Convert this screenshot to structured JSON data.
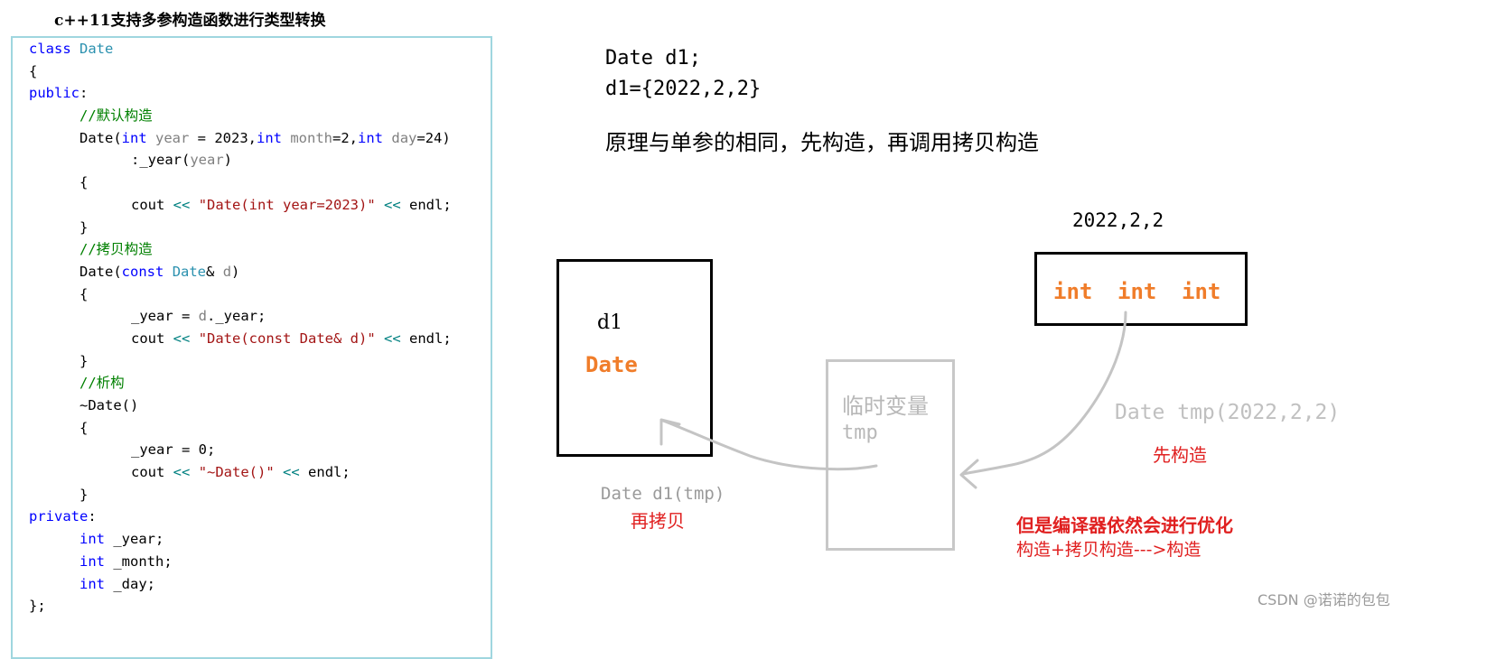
{
  "heading": "c++11支持多参构造函数进行类型转换",
  "code": {
    "l1": {
      "kw": "class",
      "ty": "Date"
    },
    "l2": "{",
    "l3": {
      "kw": "public",
      "punct": ":"
    },
    "l4": "//默认构造",
    "l5": {
      "name": "Date(",
      "kw1": "int",
      "p1": "year",
      "eq1": " = 2023,",
      "kw2": "int",
      "p2": "month",
      "eq2": "=2,",
      "kw3": "int",
      "p3": "day",
      "eq3": "=24)"
    },
    "l6": {
      "a": ":_year(",
      "p": "year",
      "b": ")"
    },
    "l7": "{",
    "l8": {
      "a": "cout ",
      "op1": "<<",
      "s": "\"Date(int year=2023)\"",
      "op2": "<<",
      "b": " endl;"
    },
    "l9": "}",
    "l10": "//拷贝构造",
    "l11": {
      "name": "Date(",
      "kw": "const",
      "ty": "Date",
      "amp": "& ",
      "p": "d",
      "b": ")"
    },
    "l12": "{",
    "l13": {
      "a": "_year = ",
      "p": "d",
      "b": "._year;"
    },
    "l14": {
      "a": "cout ",
      "op1": "<<",
      "s": "\"Date(const Date& d)\"",
      "op2": "<<",
      "b": " endl;"
    },
    "l15": "}",
    "l16": "//析构",
    "l17": "~Date()",
    "l18": "{",
    "l19": "_year = 0;",
    "l20": {
      "a": "cout ",
      "op1": "<<",
      "s": "\"~Date()\"",
      "op2": "<<",
      "b": " endl;"
    },
    "l21": "}",
    "l22": {
      "kw": "private",
      "punct": ":"
    },
    "l23": {
      "kw": "int",
      "b": " _year;"
    },
    "l24": {
      "kw": "int",
      "b": " _month;"
    },
    "l25": {
      "kw": "int",
      "b": " _day;"
    },
    "l26": "};"
  },
  "right": {
    "line1": "Date d1;",
    "line2": "d1={2022,2,2}",
    "principle": "原理与单参的相同，先构造，再调用拷贝构造",
    "values_label": "2022,2,2",
    "int1": "int",
    "int2": "int",
    "int3": "int",
    "d1_label": "d1",
    "date_label": "Date",
    "temp_label": "临时变量",
    "tmp_label": "tmp",
    "ctor_call": "Date tmp(2022,2,2)",
    "first_construct": "先构造",
    "copy_call": "Date d1(tmp)",
    "then_copy": "再拷贝",
    "optimize": "但是编译器依然会进行优化",
    "optimize_detail": "构造+拷贝构造--->构造",
    "watermark": "CSDN @诺诺的包包"
  },
  "colors": {
    "orange": "#f07d2a",
    "red": "#e02020",
    "gray": "#b8b8b8"
  }
}
